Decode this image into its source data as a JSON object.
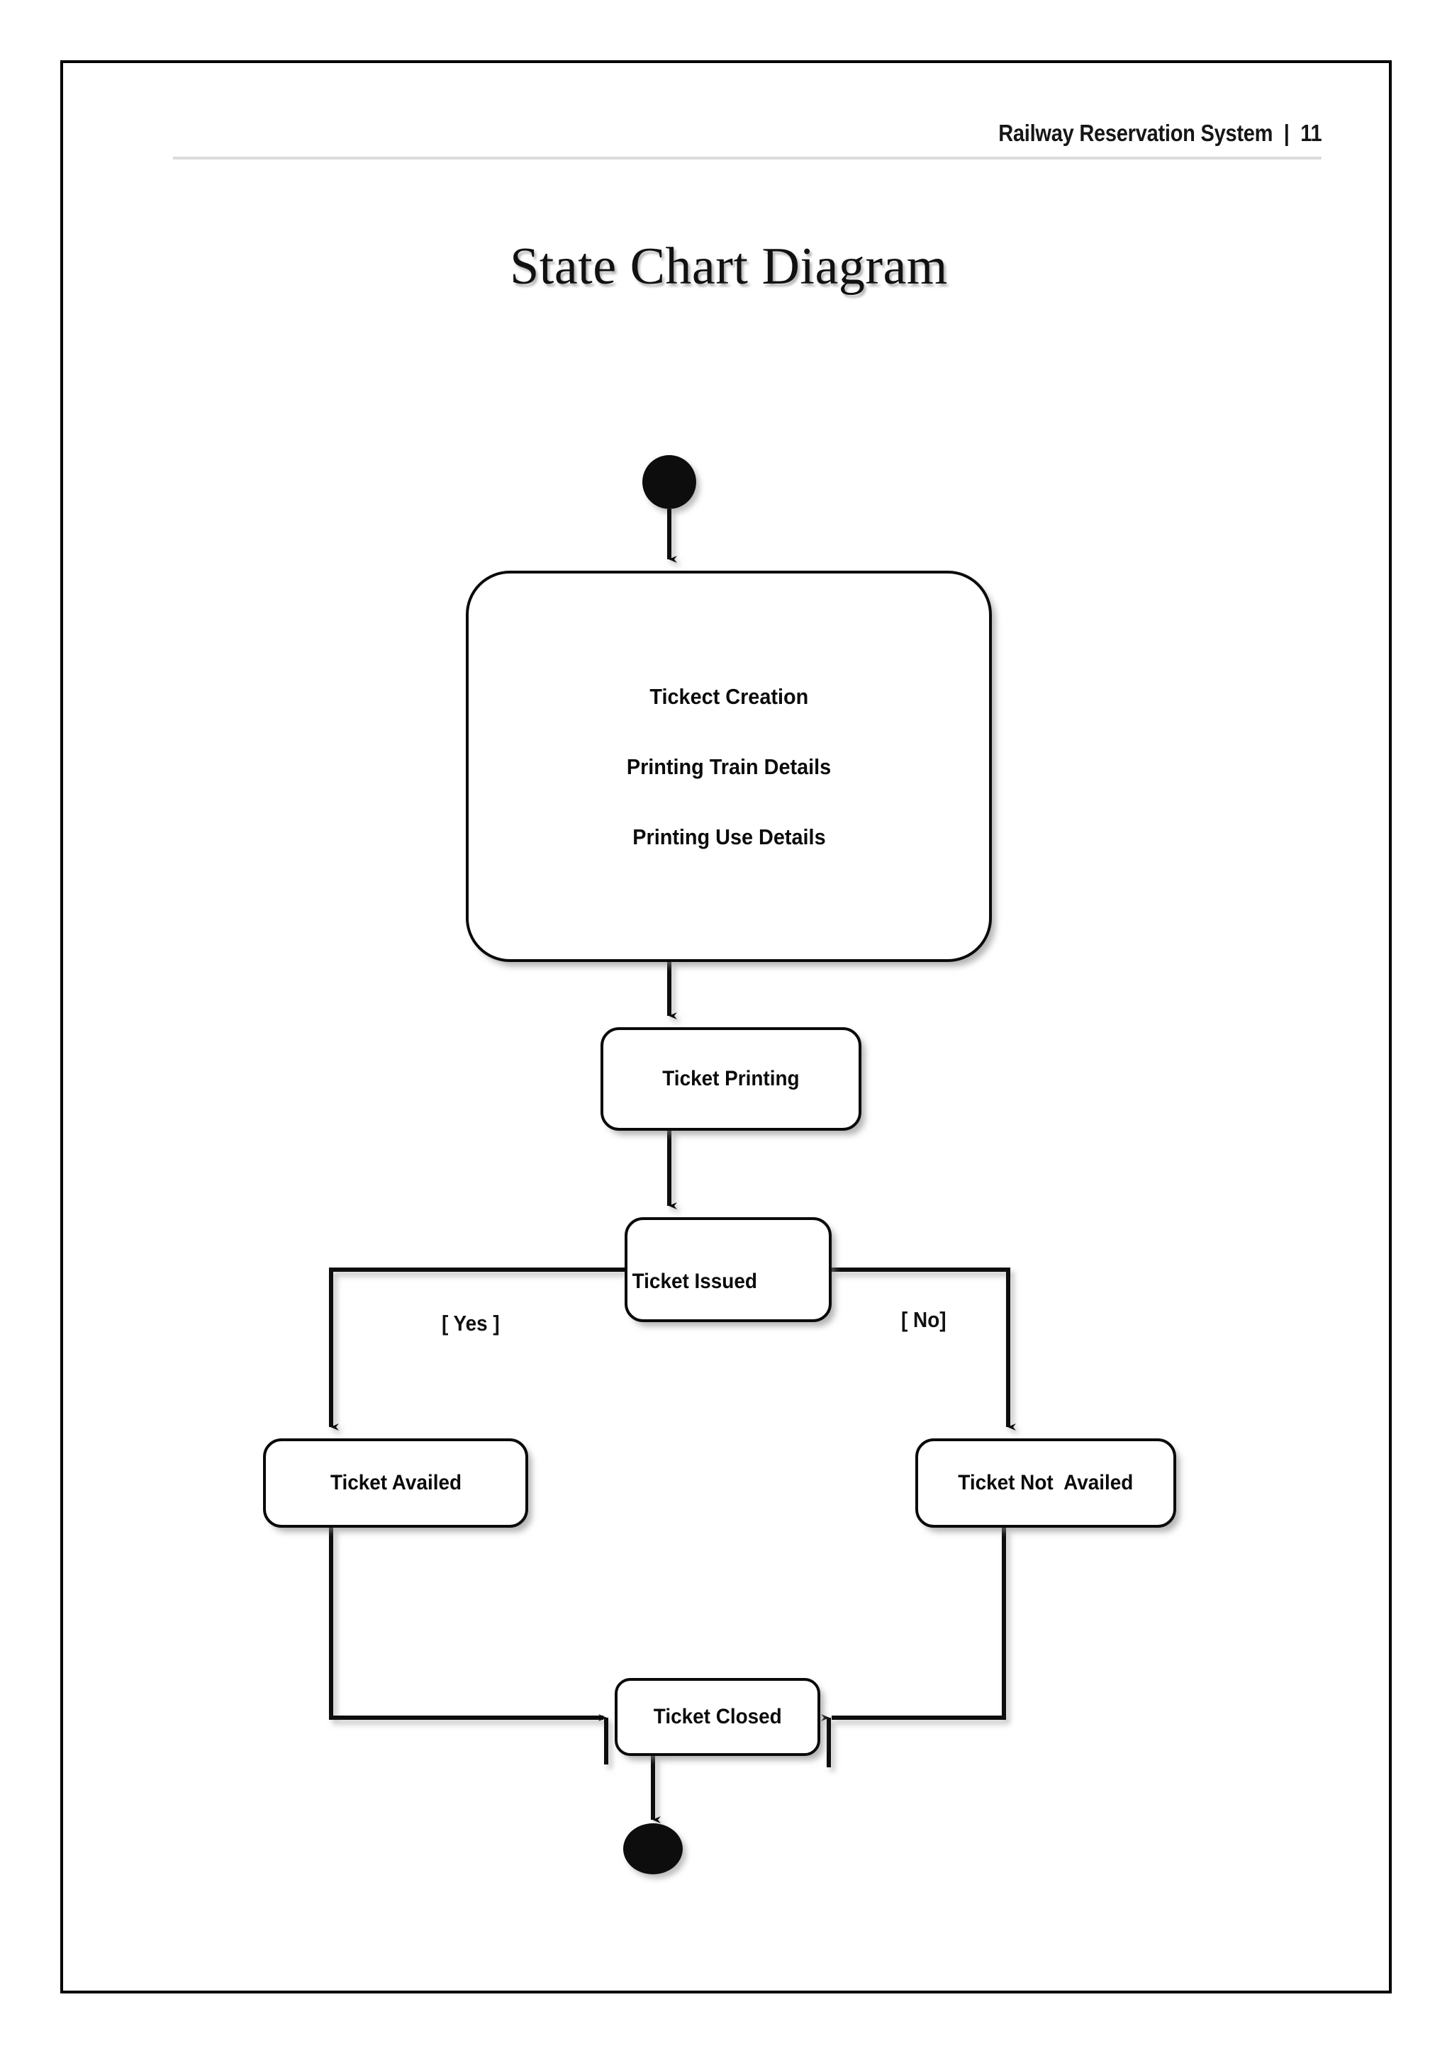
{
  "header": {
    "title": "Railway Reservation System  |  11",
    "document_name": "Railway Reservation System",
    "page_number": "11"
  },
  "page_title": "State Chart Diagram",
  "diagram": {
    "type": "uml-state-chart",
    "nodes": [
      {
        "id": "initial",
        "kind": "initial-state",
        "label": ""
      },
      {
        "id": "creation",
        "kind": "composite-state",
        "lines": [
          "Tickect Creation",
          "Printing Train Details",
          "Printing Use Details"
        ]
      },
      {
        "id": "printing",
        "kind": "state",
        "label": "Ticket Printing"
      },
      {
        "id": "issued",
        "kind": "decision-state",
        "label": "Ticket Issued"
      },
      {
        "id": "availed",
        "kind": "state",
        "label": "Ticket Availed"
      },
      {
        "id": "not-availed",
        "kind": "state",
        "label": "Ticket Not  Availed"
      },
      {
        "id": "closed",
        "kind": "state",
        "label": "Ticket Closed"
      },
      {
        "id": "final",
        "kind": "final-state",
        "label": ""
      }
    ],
    "guards": {
      "yes": "[ Yes ]",
      "no": "[ No]"
    },
    "transitions": [
      {
        "from": "initial",
        "to": "creation",
        "guard": ""
      },
      {
        "from": "creation",
        "to": "printing",
        "guard": ""
      },
      {
        "from": "printing",
        "to": "issued",
        "guard": ""
      },
      {
        "from": "issued",
        "to": "availed",
        "guard": "[ Yes ]"
      },
      {
        "from": "issued",
        "to": "not-availed",
        "guard": "[ No]"
      },
      {
        "from": "availed",
        "to": "closed",
        "guard": ""
      },
      {
        "from": "not-availed",
        "to": "closed",
        "guard": ""
      },
      {
        "from": "closed",
        "to": "final",
        "guard": ""
      }
    ],
    "colors": {
      "stroke": "#0a0a0a",
      "fill": "#ffffff",
      "text": "#0b0b0b",
      "page_border": "#000000",
      "header_rule": "#dcdcdc"
    }
  }
}
